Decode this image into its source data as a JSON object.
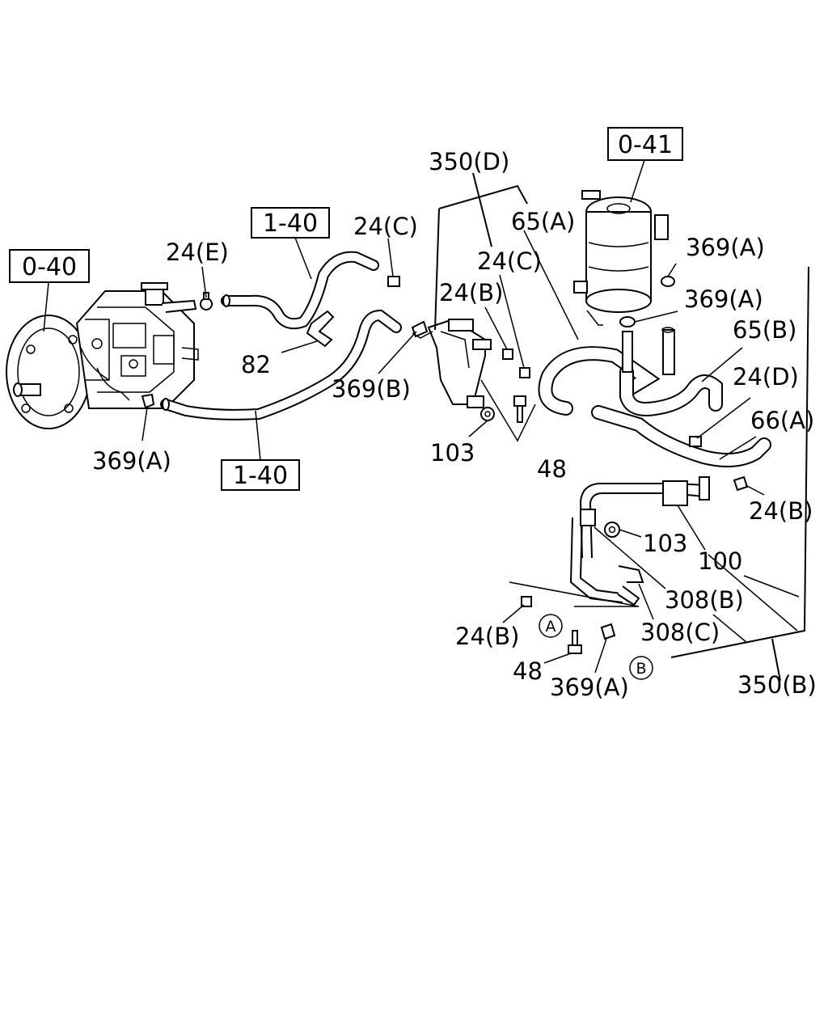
{
  "ref_boxes": [
    {
      "id": "ref-0-41",
      "text": "0-41"
    },
    {
      "id": "ref-0-40",
      "text": "0-40"
    },
    {
      "id": "ref-1-40-top",
      "text": "1-40"
    },
    {
      "id": "ref-1-40-bottom",
      "text": "1-40"
    }
  ],
  "callouts": {
    "c_350D": "350(D)",
    "c_65A": "65(A)",
    "c_24C_1": "24(C)",
    "c_24C_2": "24(C)",
    "c_24E": "24(E)",
    "c_24B_1": "24(B)",
    "c_369A_1": "369(A)",
    "c_369A_2": "369(A)",
    "c_65B": "65(B)",
    "c_24D": "24(D)",
    "c_66A": "66(A)",
    "c_82": "82",
    "c_369B": "369(B)",
    "c_103_1": "103",
    "c_48_1": "48",
    "c_369A_3": "369(A)",
    "c_24B_2": "24(B)",
    "c_103_2": "103",
    "c_100": "100",
    "c_308B": "308(B)",
    "c_308C": "308(C)",
    "c_24B_3": "24(B)",
    "c_48_2": "48",
    "c_369A_4": "369(A)",
    "c_350B": "350(B)"
  },
  "circle_marks": {
    "mark_A": "A",
    "mark_B": "B"
  }
}
